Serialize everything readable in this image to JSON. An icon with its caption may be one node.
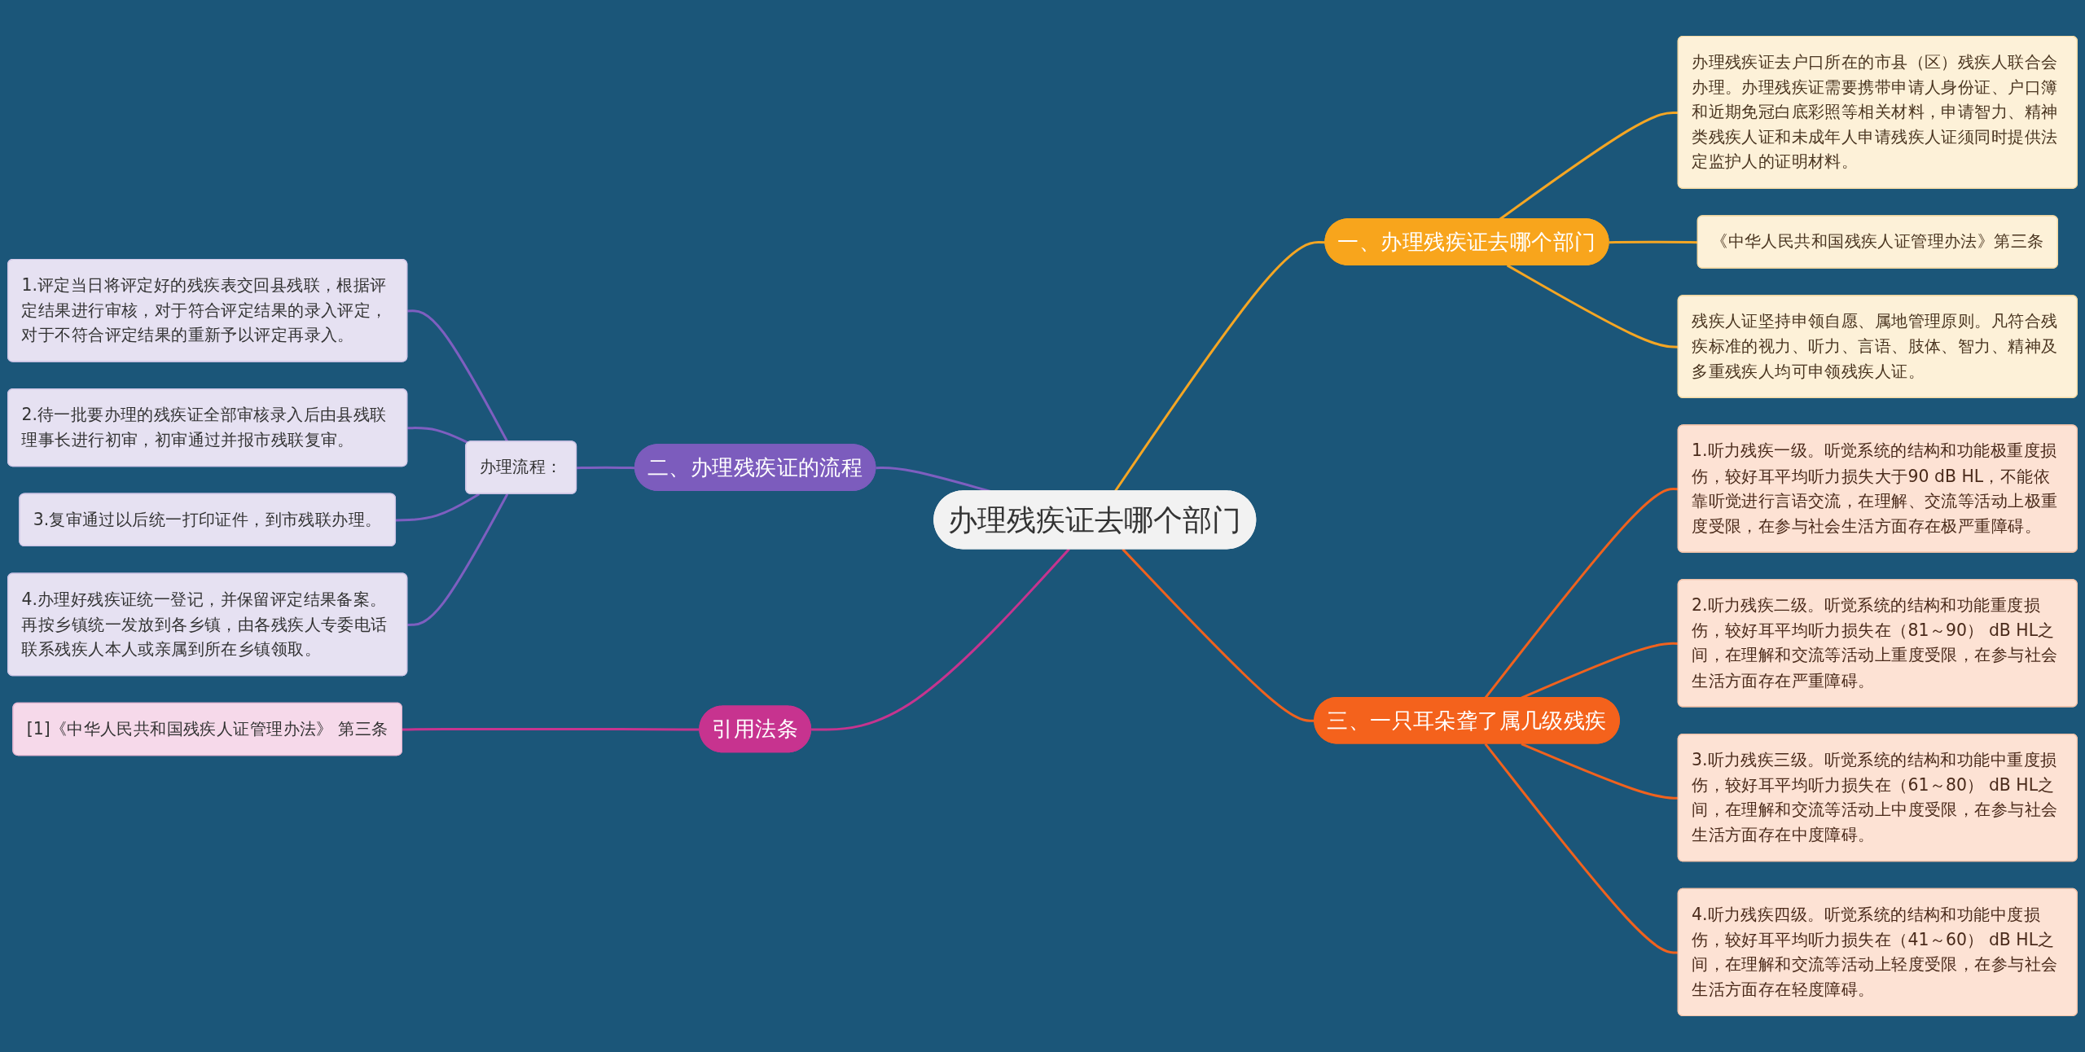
{
  "diagram": {
    "nodes": [
      {
        "text": [
          "办理残疾证去哪个部门"
        ]
      },
      {
        "text": [
          "一、办理残疾证去哪个部门"
        ]
      },
      {
        "text": [
          "办理残疾证去户口所在的市县（区）残疾人联合会办理。办理残疾证需要携带申请人身份证、户口簿和近期免冠白底彩照等相关材料，申请智力、精神类残疾人证和未成年人申请残疾人证须同时提供法定监护人的证明材料。"
        ]
      },
      {
        "text": [
          "《中华人民共和国残疾人证管理办法》第三条"
        ]
      },
      {
        "text": [
          "残疾人证坚持申领自愿、属地管理原则。凡符合残疾标准的视力、听力、言语、肢体、智力、精神及多重残疾人均可申领残疾人证。"
        ]
      },
      {
        "text": [
          "二、办理残疾证的流程"
        ]
      },
      {
        "text": [
          "办理流程："
        ]
      },
      {
        "text": [
          "1.评定当日将评定好的残疾表交回县残联，根据评定结果进行审核，对于符合评定结果的录入评定，对于不符合评定结果的重新予以评定再录入。"
        ]
      },
      {
        "text": [
          "2.待一批要办理的残疾证全部审核录入后由县残联理事长进行初审，初审通过并报市残联复审。"
        ]
      },
      {
        "text": [
          "3.复审通过以后统一打印证件，到市残联办理。"
        ]
      },
      {
        "text": [
          "4.办理好残疾证统一登记，并保留评定结果备案。再按乡镇统一发放到各乡镇，由各残疾人专委电话联系残疾人本人或亲属到所在乡镇领取。"
        ]
      },
      {
        "text": [
          "三、一只耳朵聋了属几级残疾"
        ]
      },
      {
        "text": [
          "1.听力残疾一级。听觉系统的结构和功能极重度损伤，较好耳平均听力损失大于90 dB HL，不能依靠听觉进行言语交流，在理解、交流等活动上极重度受限，在参与社会生活方面存在极严重障碍。"
        ]
      },
      {
        "text": [
          "2.听力残疾二级。听觉系统的结构和功能重度损伤，较好耳平均听力损失在（81～90） dB HL之间，在理解和交流等活动上重度受限，在参与社会生活方面存在严重障碍。"
        ]
      },
      {
        "text": [
          "3.听力残疾三级。听觉系统的结构和功能中重度损伤，较好耳平均听力损失在（61～80） dB HL之间，在理解和交流等活动上中度受限，在参与社会生活方面存在中度障碍。"
        ]
      },
      {
        "text": [
          "4.听力残疾四级。听觉系统的结构和功能中度损伤，较好耳平均听力损失在（41～60） dB HL之间，在理解和交流等活动上轻度受限，在参与社会生活方面存在轻度障碍。"
        ]
      },
      {
        "text": [
          "引用法条"
        ]
      },
      {
        "text": [
          "[1]《中华人民共和国残疾人证管理办法》 第三条"
        ]
      }
    ],
    "edges": [
      {
        "from": 0,
        "to": 1,
        "arrow": "none",
        "color": "#f5a623"
      },
      {
        "from": 1,
        "to": 2,
        "arrow": "none",
        "color": "#f5a623"
      },
      {
        "from": 1,
        "to": 3,
        "arrow": "none",
        "color": "#f5a623"
      },
      {
        "from": 1,
        "to": 4,
        "arrow": "none",
        "color": "#f5a623"
      },
      {
        "from": 5,
        "to": 0,
        "arrow": "none",
        "color": "#7e5fc0"
      },
      {
        "from": 6,
        "to": 5,
        "arrow": "none",
        "color": "#7e5fc0"
      },
      {
        "from": 7,
        "to": 6,
        "arrow": "none",
        "color": "#7e5fc0"
      },
      {
        "from": 8,
        "to": 6,
        "arrow": "none",
        "color": "#7e5fc0"
      },
      {
        "from": 9,
        "to": 6,
        "arrow": "none",
        "color": "#7e5fc0"
      },
      {
        "from": 10,
        "to": 6,
        "arrow": "none",
        "color": "#7e5fc0"
      },
      {
        "from": 0,
        "to": 11,
        "arrow": "none",
        "color": "#f0621e"
      },
      {
        "from": 11,
        "to": 12,
        "arrow": "none",
        "color": "#f0621e"
      },
      {
        "from": 11,
        "to": 13,
        "arrow": "none",
        "color": "#f0621e"
      },
      {
        "from": 11,
        "to": 14,
        "arrow": "none",
        "color": "#f0621e"
      },
      {
        "from": 11,
        "to": 15,
        "arrow": "none",
        "color": "#f0621e"
      },
      {
        "from": 16,
        "to": 0,
        "arrow": "none",
        "color": "#c6348f"
      },
      {
        "from": 17,
        "to": 16,
        "arrow": "none",
        "color": "#c6348f"
      }
    ]
  }
}
